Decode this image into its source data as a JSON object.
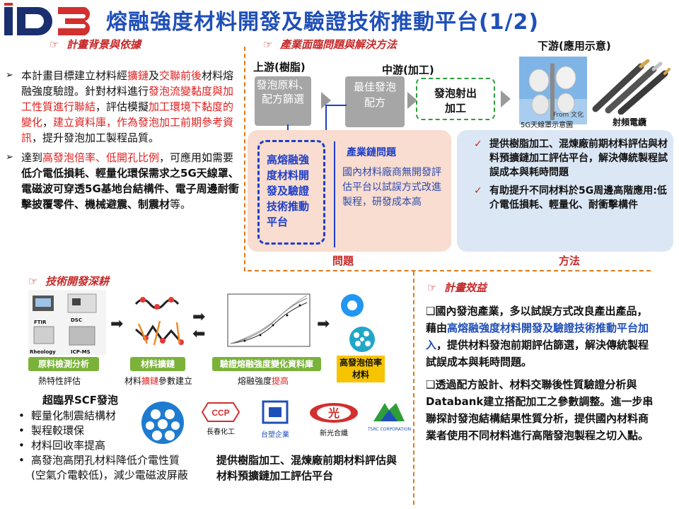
{
  "header": {
    "logo_text": "ID3",
    "title": "熔融強度材料開發及驗證技術推動平台(1/2)"
  },
  "sections": {
    "background": {
      "heading": "計畫背景與依據",
      "p1_parts": [
        {
          "t": "本計畫目標建立材料經",
          "c": "n"
        },
        {
          "t": "擴鏈",
          "c": "r"
        },
        {
          "t": "及",
          "c": "n"
        },
        {
          "t": "交聯前後",
          "c": "r"
        },
        {
          "t": "材料熔融強度驗證。針對材料進行",
          "c": "n"
        },
        {
          "t": "發泡流變黏度與加工性質進行聯結",
          "c": "r"
        },
        {
          "t": "，評估模擬",
          "c": "n"
        },
        {
          "t": "加工環境下黏度的變化",
          "c": "r"
        },
        {
          "t": "，",
          "c": "n"
        },
        {
          "t": "建立資料庫，作為發泡加工前期參考資訊",
          "c": "r"
        },
        {
          "t": "，提升發泡加工製程品質。",
          "c": "n"
        }
      ],
      "p2_parts": [
        {
          "t": "達到",
          "c": "n"
        },
        {
          "t": "高發泡倍率、低開孔比例",
          "c": "r"
        },
        {
          "t": "，可應用如需要",
          "c": "n"
        },
        {
          "t": "低介電低損耗、輕量化環保需求之5G天線罩、電磁波可穿透5G基地台結構件、電子周邊耐衝擊披覆零件、機械避震、制震材",
          "c": "b"
        },
        {
          "t": "等。",
          "c": "n"
        }
      ]
    },
    "industry": {
      "heading": "產業面臨問題與解決方法",
      "upstream_label": "上游(樹脂)",
      "midstream_label": "中游(加工)",
      "downstream_label": "下游(應用示意)",
      "upstream_box": "發泡原料、配方篩選",
      "mid_box": "最佳發泡配方",
      "foam_box": "發泡射出加工",
      "radome_caption": "5G天線罩示意圖",
      "radome_source": "From 文化",
      "cable_caption": "射頻電纜",
      "platform_box": "高熔融強度材料開發及驗證技術推動平台",
      "chain_title": "產業鏈問題",
      "chain_text": "國內材料廠商無開發評估平台以試誤方式改進製程，研發成本高",
      "problem_label": "問題",
      "method_label": "方法",
      "solutions": [
        "提供樹脂加工、混煉廠前期材料評估與材料預擴鏈加工評估平台，解決傳統製程試誤成本與耗時問題",
        "有助提升不同材料於5G周邊高階應用:低介電低損耗、輕量化、耐衝擊構件"
      ]
    },
    "tech": {
      "heading": "技術開發深耕",
      "instrument_labels": [
        "FTIR",
        "DSC",
        "Rheology",
        "ICP-MS"
      ],
      "step1_tag": "原料檢測分析",
      "step1_sub": "熱特性評估",
      "step2_tag": "材料擴鏈",
      "step2_sub_a": "材料",
      "step2_sub_b": "擴鏈",
      "step2_sub_c": "參數建立",
      "step3_tag": "驗證熔融強度變化資料庫",
      "step3_sub_a": "熔融強度",
      "step3_sub_b": "提高",
      "step4_tag": "高發泡倍率材料",
      "scf_title": "超臨界SCF發泡",
      "scf_items": [
        "輕量化制震結構材",
        "製程較環保",
        "材料回收率提高",
        "高發泡高閉孔材料降低介電性質(空氣介電較低)，減少電磁波屏蔽"
      ],
      "partner_logos": [
        {
          "mark": "CCP",
          "name": "長春化工"
        },
        {
          "mark": "台塑",
          "name": "台塑企業"
        },
        {
          "mark": "光",
          "name": "新光合纖"
        },
        {
          "mark": "TSRC",
          "name": "TSRC CORPORATION"
        }
      ],
      "partner_caption": "提供樹脂加工、混煉廠前期材料評估與材料預擴鏈加工評估平台"
    },
    "benefit": {
      "heading": "計畫效益",
      "p1_parts": [
        {
          "t": "❑國內發泡產業，多以試誤方式改良產出產品，藉由",
          "c": "n"
        },
        {
          "t": "高熔融強度材料開發及驗證技術推動平台加入",
          "c": "bl"
        },
        {
          "t": "，提供材料發泡前期評估篩選，解決傳統製程試誤成本與耗時問題。",
          "c": "n"
        }
      ],
      "p2_parts": [
        {
          "t": "❑透過配方設計、材料交聯後性質驗證分析與Databank建立搭配加工之參數調整。進一步串聯探討發泡結構結果性質分析，提供國內材料商業者使用不同材料進行高階發泡製程之切入點。",
          "c": "n"
        }
      ]
    }
  },
  "colors": {
    "title_blue": "#1f4fb8",
    "accent_red": "#e02020",
    "divider_orange": "#e07a1a",
    "platform_blue": "#1f3fc8",
    "tag_green": "#7bb23a",
    "tag_yellow": "#f6c400"
  }
}
